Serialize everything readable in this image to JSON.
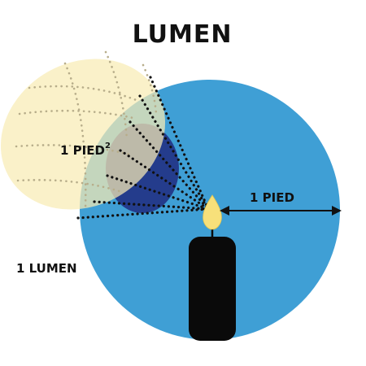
{
  "title": "LUMEN",
  "labels": {
    "area": "1 PIED",
    "area_exponent": "2",
    "radius": "1 PIED",
    "lumen": "1 LUMEN"
  },
  "colors": {
    "sphere": "#3f9fd5",
    "illuminated_area": "#f8ecb4",
    "projected_patch": "#243c8c",
    "candle": "#0a0a0a",
    "flame": "#f7e07a",
    "text": "#111111"
  }
}
